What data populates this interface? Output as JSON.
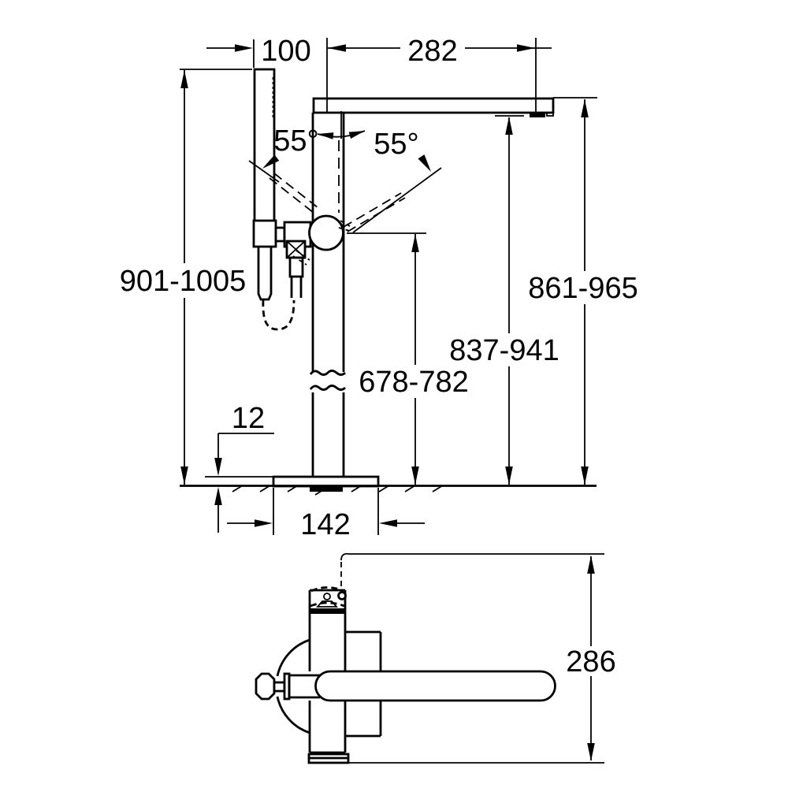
{
  "drawing": {
    "kind": "faucet-installation-dimension-drawing",
    "colors": {
      "line": "#000000",
      "background": "#ffffff"
    },
    "front_view": {
      "dims": {
        "handshower_offset": "100",
        "spout_reach": "282",
        "swivel_left": "55°",
        "swivel_right": "55°",
        "overall_height": "901-1005",
        "spout_top_height": "861-965",
        "spout_underside_height": "837-941",
        "handle_height": "678-782",
        "base_plate_height": "12",
        "base_plate_width": "142"
      }
    },
    "top_view": {
      "dims": {
        "overall_depth": "286"
      }
    }
  }
}
